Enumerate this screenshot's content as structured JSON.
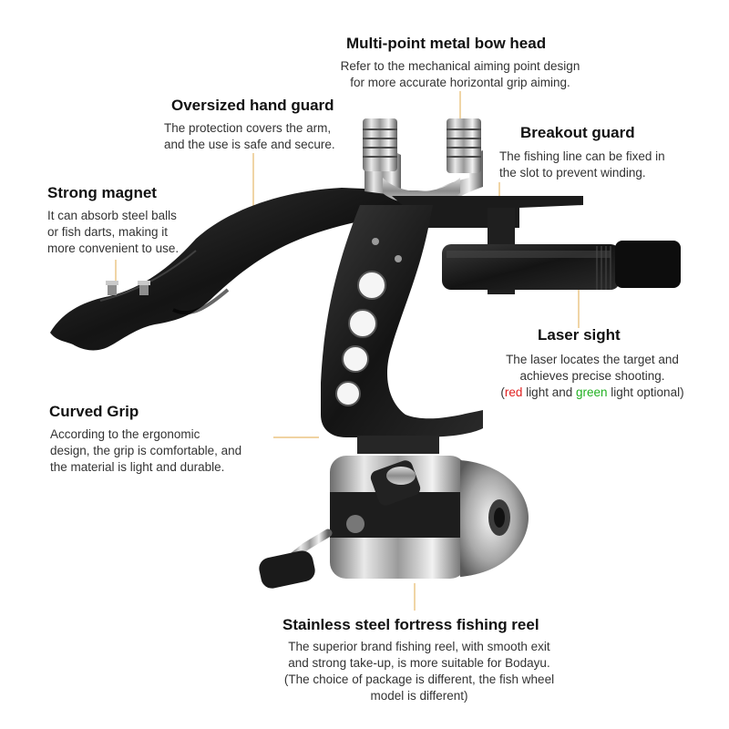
{
  "callouts": {
    "bow_head": {
      "title": "Multi-point metal bow head",
      "lines": [
        "Refer to the mechanical aiming point design",
        "for more accurate horizontal grip aiming."
      ]
    },
    "hand_guard": {
      "title": "Oversized hand guard",
      "lines": [
        "The protection covers the arm,",
        "and the use is safe and secure."
      ]
    },
    "breakout_guard": {
      "title": "Breakout guard",
      "lines": [
        "The fishing line can be fixed in",
        "the slot to prevent winding."
      ]
    },
    "magnet": {
      "title": "Strong magnet",
      "lines": [
        "It can absorb steel balls",
        "or fish darts, making it",
        "more convenient to use."
      ]
    },
    "laser": {
      "title": "Laser sight",
      "lines": [
        "The laser locates the target and",
        "achieves precise shooting."
      ],
      "option_open": "(",
      "option_red": "red",
      "option_mid": " light and ",
      "option_green": "green",
      "option_end": " light optional)"
    },
    "grip": {
      "title": "Curved Grip",
      "lines": [
        "According to the ergonomic",
        " design, the grip is comfortable, and",
        "the material is light and durable."
      ]
    },
    "reel": {
      "title": "Stainless steel fortress fishing reel",
      "lines": [
        "The superior brand fishing reel, with smooth exit",
        "and strong take-up, is more suitable for Bodayu.",
        "(The choice of package is different, the fish wheel",
        "model is different)"
      ]
    }
  },
  "colors": {
    "leader_line": "#e6b96a",
    "highlight_red": "#e02020",
    "highlight_green": "#22b022"
  }
}
